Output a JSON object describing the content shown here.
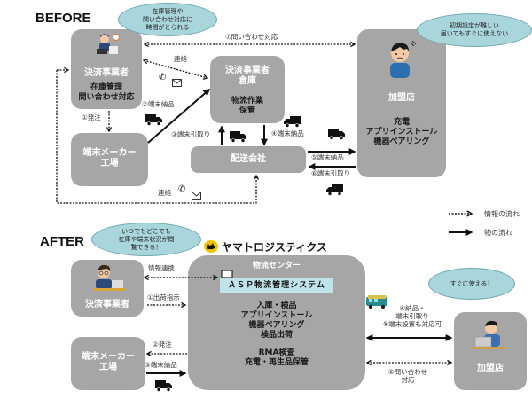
{
  "sections": {
    "before": "BEFORE",
    "after": "AFTER"
  },
  "before": {
    "payment_provider": {
      "title": "決済事業者",
      "tasks": "在庫管理\n問い合わせ対応",
      "bubble": "在庫管理や\n問い合わせ対応に\n時間がとられる"
    },
    "warehouse": {
      "title": "決済事業者\n倉庫",
      "tasks": "物流作業\n保管"
    },
    "maker": {
      "title": "端末メーカー\n工場"
    },
    "delivery": {
      "title": "配送会社"
    },
    "merchant": {
      "title": "加盟店",
      "tasks": "充電\nアプリインストール\n機器ペアリング",
      "bubble": "初期設定が難しい\n届いてもすぐに使えない"
    },
    "labels": {
      "contact_top": "連絡",
      "inquiry": "⑦問い合わせ対応",
      "order": "①発注",
      "deliver2": "②端末納品",
      "pickup3": "③端末引取り",
      "deliver4": "④端末納品",
      "deliver5": "⑤端末納品",
      "pickup6": "⑥端末引取り",
      "contact_bottom": "連絡"
    }
  },
  "legend": {
    "info_flow": "情報の流れ",
    "goods_flow": "物の流れ"
  },
  "after": {
    "payment_provider": {
      "title": "決済事業者",
      "bubble": "いつでもどこでも\n在庫や端末状況が閲\n覧できる！"
    },
    "maker": {
      "title": "端末メーカー\n工場"
    },
    "yamato": {
      "brand": "ヤマトロジスティクス",
      "center_title": "物流センター",
      "system": "ＡＳＰ物流管理システム",
      "tasks1": "入庫・検品\nアプリインストール\n機器ペアリング\n検品出荷",
      "tasks2": "RMA検査\n充電・再生品保管"
    },
    "merchant": {
      "title": "加盟店",
      "bubble": "すぐに使える！"
    },
    "labels": {
      "info_link": "情報連携",
      "ship_order": "①出荷指示",
      "order2": "②発注",
      "deliver3": "③端末納品",
      "deliver4": "④納品・\n端末引取り\n※端末設置も対応可",
      "inquiry5": "⑤問い合わせ\n対応"
    }
  },
  "colors": {
    "box": "#a6a6a6",
    "bubble": "#a9d5dc",
    "asp": "#bfe3e8"
  }
}
